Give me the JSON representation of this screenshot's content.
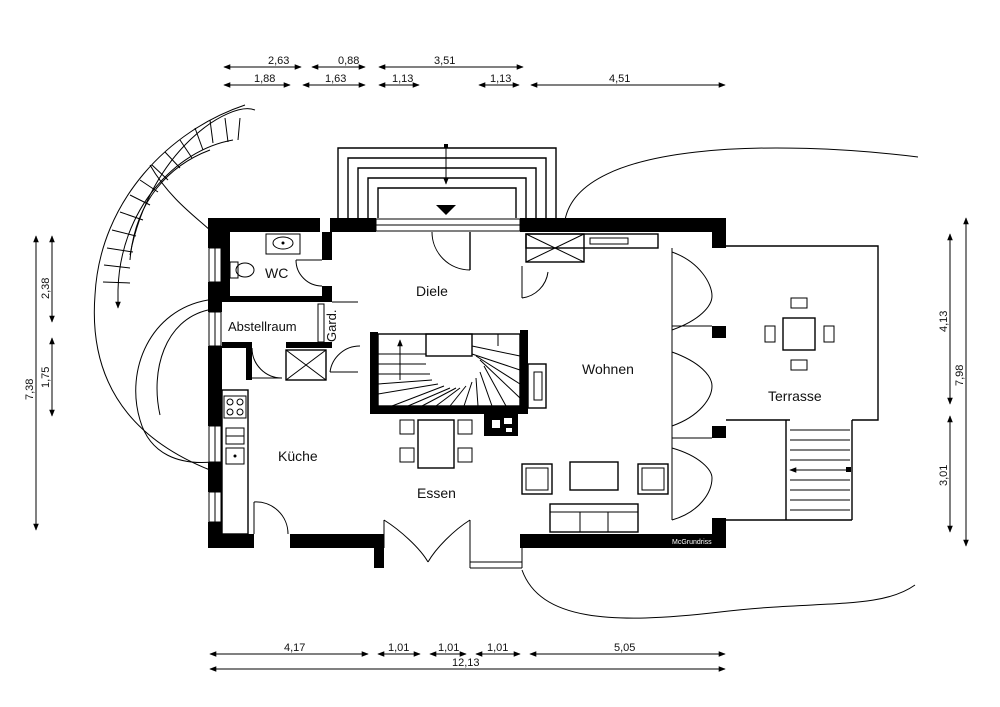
{
  "rooms": {
    "wc": "WC",
    "diele": "Diele",
    "abstellraum": "Abstellraum",
    "garderobe": "Gard.",
    "wohnen": "Wohnen",
    "terrasse": "Terrasse",
    "kueche": "Küche",
    "essen": "Essen"
  },
  "brand": "McGrundriss",
  "dimensions": {
    "top_row1": [
      "2,63",
      "0,88",
      "3,51"
    ],
    "top_row2": [
      "1,88",
      "1,63",
      "1,13",
      "1,13",
      "4,51"
    ],
    "bottom_row1": [
      "4,17",
      "1,01",
      "1,01",
      "1,01",
      "5,05"
    ],
    "bottom_total": "12,13",
    "left_inner": [
      "2,38",
      "1,75"
    ],
    "left_total": "7,38",
    "right_inner": [
      "4,13",
      "3,01"
    ],
    "right_total": "7,98"
  }
}
